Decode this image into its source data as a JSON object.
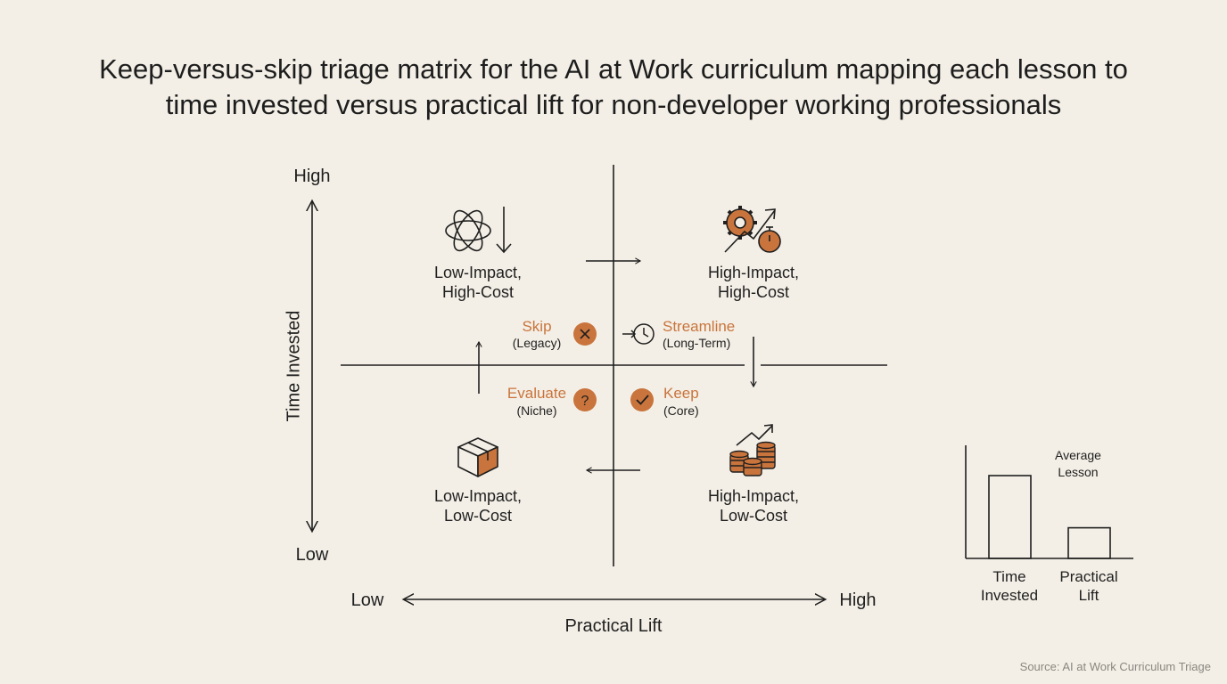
{
  "title": {
    "line1": "Keep-versus-skip triage matrix for the AI at Work curriculum mapping each lesson to",
    "line2": "time invested versus practical lift for non-developer working professionals"
  },
  "colors": {
    "accent": "#c9743c",
    "ink": "#1f1f1f",
    "background": "#f3efe6"
  },
  "y_axis": {
    "label": "Time Invested",
    "high": "High",
    "low": "Low"
  },
  "x_axis": {
    "label": "Practical Lift",
    "low": "Low",
    "high": "High"
  },
  "quadrants": {
    "top_left": {
      "line1": "Low-Impact,",
      "line2": "High-Cost",
      "icon": "tangled-orbit-down-arrow-icon"
    },
    "top_right": {
      "line1": "High-Impact,",
      "line2": "High-Cost",
      "icon": "gear-rising-arrow-stopwatch-icon"
    },
    "bottom_left": {
      "line1": "Low-Impact,",
      "line2": "Low-Cost",
      "icon": "box-icon"
    },
    "bottom_right": {
      "line1": "High-Impact,",
      "line2": "Low-Cost",
      "icon": "coins-rising-arrow-icon"
    }
  },
  "actions": {
    "skip": {
      "label": "Skip",
      "sub": "(Legacy)",
      "icon": "x-circle-icon"
    },
    "streamline": {
      "label": "Streamline",
      "sub": "(Long-Term)",
      "icon": "clock-arrow-icon"
    },
    "evaluate": {
      "label": "Evaluate",
      "sub": "(Niche)",
      "icon": "question-circle-icon"
    },
    "keep": {
      "label": "Keep",
      "sub": "(Core)",
      "icon": "check-circle-icon"
    }
  },
  "mini_chart": {
    "type": "bar",
    "annotation_line1": "Average",
    "annotation_line2": "Lesson",
    "categories": [
      {
        "line1": "Time",
        "line2": "Invested"
      },
      {
        "line1": "Practical",
        "line2": "Lift"
      }
    ],
    "values": [
      1.0,
      0.37
    ]
  },
  "source": "Source: AI at Work Curriculum Triage"
}
